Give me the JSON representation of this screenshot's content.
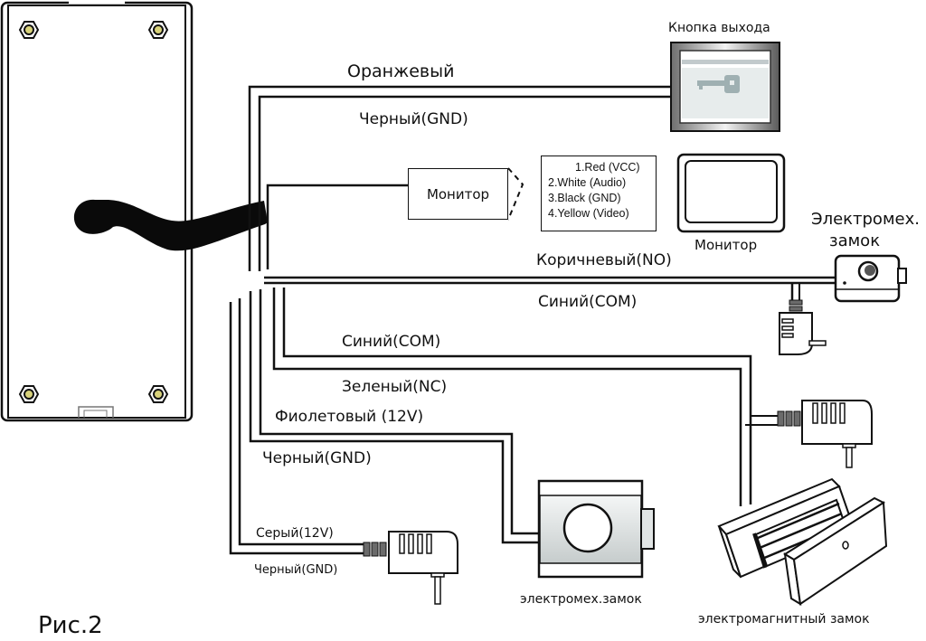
{
  "figure": {
    "caption": "Рис.2"
  },
  "devices": {
    "exit_button": {
      "label": "Кнопка выхода"
    },
    "monitor_block": {
      "label": "Монитор"
    },
    "monitor_device": {
      "label": "Монитор"
    },
    "electromech_lock_top": {
      "label": "Электромех.\nзамок",
      "line1": "Электромех.",
      "line2": "замок"
    },
    "electromech_lock_bottom": {
      "label": "электромех.замок"
    },
    "electromagnetic_lock": {
      "label": "электромагнитный замок"
    }
  },
  "monitor_pinout": [
    "1.Red (VCC)",
    "2.White (Audio)",
    "3.Black (GND)",
    "4.Yellow (Video)"
  ],
  "wires": [
    {
      "id": "orange",
      "label": "Оранжевый"
    },
    {
      "id": "black_gnd_exit",
      "label": "Черный(GND)"
    },
    {
      "id": "brown_no",
      "label": "Коричневый(NO)"
    },
    {
      "id": "blue_com_1",
      "label": "Синий(COM)"
    },
    {
      "id": "blue_com_2",
      "label": "Синий(COM)"
    },
    {
      "id": "green_nc",
      "label": "Зеленый(NC)"
    },
    {
      "id": "violet_12v",
      "label": "Фиолетовый (12V)"
    },
    {
      "id": "black_gnd_lock",
      "label": "Черный(GND)"
    },
    {
      "id": "gray_12v",
      "label": "Серый(12V)"
    },
    {
      "id": "black_gnd_power",
      "label": "Черный(GND)"
    }
  ],
  "colors": {
    "line": "#111111",
    "button_face": "#c9d2d4",
    "key_glyph": "#9fb0b2",
    "lock_fill": "#d7dcdc",
    "plug_gray": "#6b6b6b"
  }
}
